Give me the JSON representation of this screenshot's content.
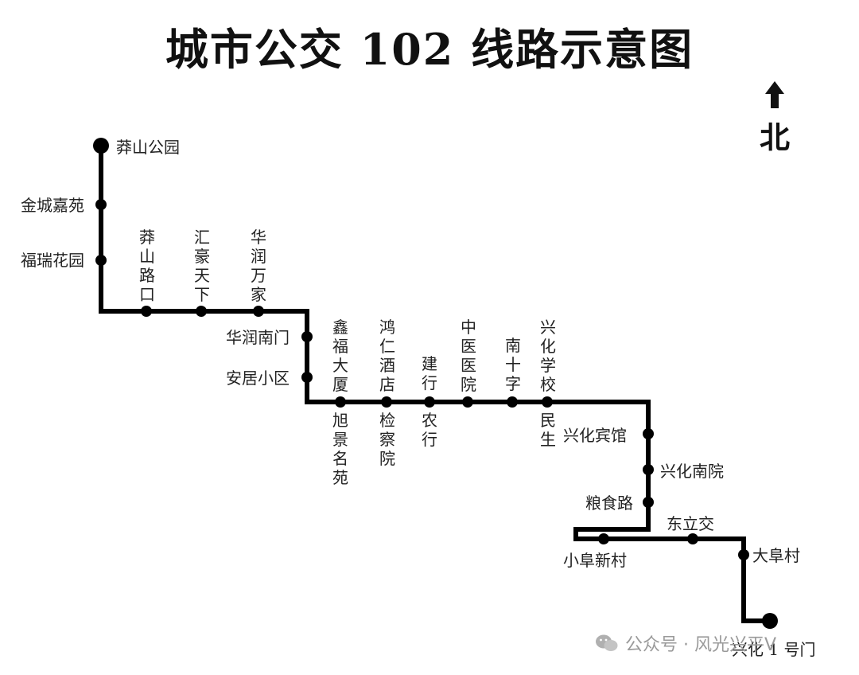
{
  "title": "城市公交 102 线路示意图",
  "compass": {
    "label": "北",
    "icon": "north-arrow-icon"
  },
  "colors": {
    "route": "#000000",
    "text": "#222222",
    "watermark": "#9a9a9a"
  },
  "stops": [
    "莽山公园",
    "金城嘉苑",
    "福瑞花园",
    "莽山路口",
    "汇豪天下",
    "华润万家",
    "华润南门",
    "安居小区",
    "鑫福大厦",
    "旭景名苑",
    "鸿仁酒店",
    "检察院",
    "建行",
    "农行",
    "中医医院",
    "南十字",
    "兴化学校",
    "民生",
    "兴化宾馆",
    "兴化南院",
    "粮食路",
    "东立交",
    "小阜新村",
    "大阜村",
    "兴化 1 号门"
  ],
  "watermark": {
    "text": "公众号 · 风光兴平V",
    "icon": "wechat-icon"
  }
}
